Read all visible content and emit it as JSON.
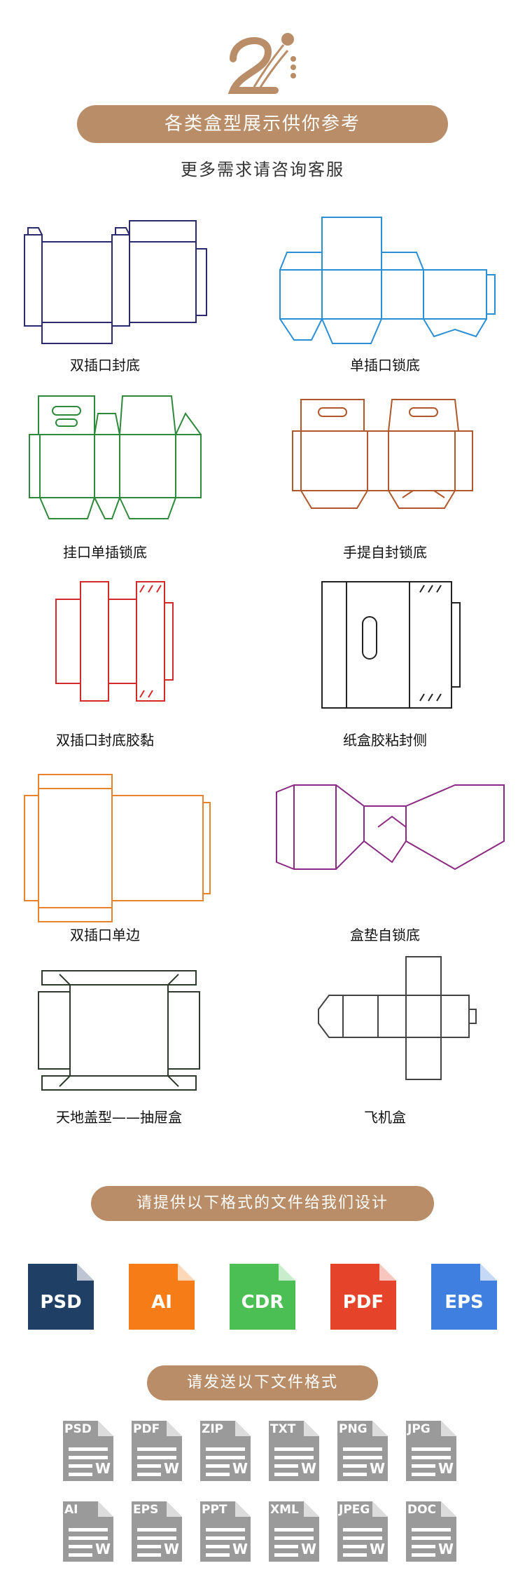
{
  "header": {
    "logo": "brand-logo",
    "title": "各类盒型展示供你参考",
    "subtitle": "更多需求请咨询客服"
  },
  "boxes": [
    {
      "label": "双插口封底",
      "color": "#2b2a6e"
    },
    {
      "label": "单插口锁底",
      "color": "#2b8fd6"
    },
    {
      "label": "挂口单插锁底",
      "color": "#2e8a3a"
    },
    {
      "label": "手提自封锁底",
      "color": "#b0582c"
    },
    {
      "label": "双插口封底胶黏",
      "color": "#d42a2a"
    },
    {
      "label": "纸盒胶粘封侧",
      "color": "#222222"
    },
    {
      "label": "双插口单边",
      "color": "#e8832b"
    },
    {
      "label": "盒垫自锁底",
      "color": "#8a2a82"
    },
    {
      "label": "天地盖型——抽屉盒",
      "color": "#2e3a2e"
    },
    {
      "label": "飞机盒",
      "color": "#444444"
    }
  ],
  "formats_banner": "请提供以下格式的文件给我们设计",
  "formats": [
    {
      "label": "PSD",
      "color": "#1f3f64"
    },
    {
      "label": "AI",
      "color": "#f57c16"
    },
    {
      "label": "CDR",
      "color": "#4cbf54"
    },
    {
      "label": "PDF",
      "color": "#e5432a"
    },
    {
      "label": "EPS",
      "color": "#3e7fe0"
    }
  ],
  "send_banner": "请发送以下文件格式",
  "send_formats": [
    "PSD",
    "PDF",
    "ZIP",
    "TXT",
    "PNG",
    "JPG",
    "AI",
    "EPS",
    "PPT",
    "XML",
    "JPEG",
    "DOC"
  ],
  "doc_mark": "W",
  "colors": {
    "accent": "#b98d67",
    "doc_gray": "#9a9a9a"
  }
}
